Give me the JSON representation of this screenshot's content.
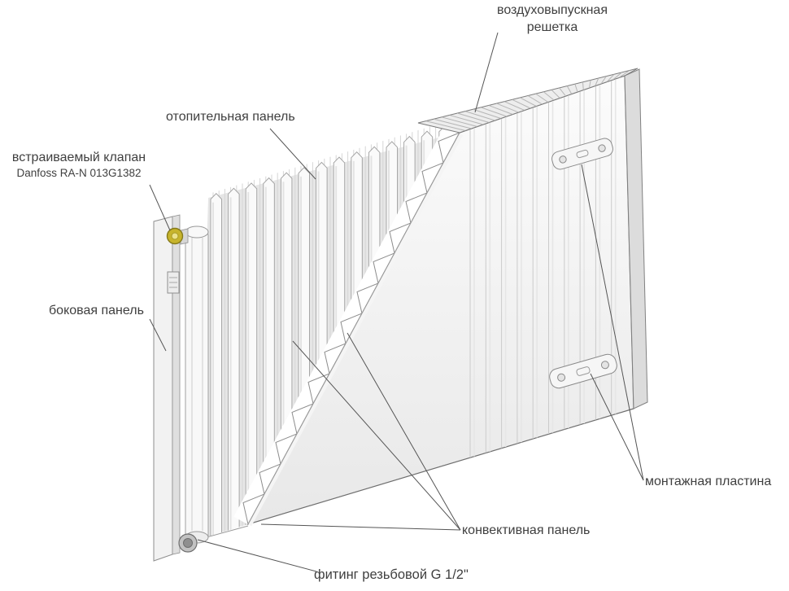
{
  "diagram": {
    "subject": "panel radiator cutaway illustration",
    "labels": {
      "air_vent_grille": {
        "lines": [
          "воздуховыпускная",
          "решетка"
        ]
      },
      "heating_panel": {
        "text": "отопительная панель"
      },
      "built_in_valve": {
        "text": "встраиваемый клапан",
        "model": "Danfoss RA-N 013G1382"
      },
      "side_panel": {
        "text": "боковая панель"
      },
      "mounting_plate": {
        "text": "монтажная пластина"
      },
      "convective_panel": {
        "text": "конвективная панель"
      },
      "threaded_fitting": {
        "text": "фитинг резьбовой G 1/2\""
      }
    },
    "colors": {
      "background": "#ffffff",
      "label_text": "#3f3f3f",
      "leader_line": "#555555",
      "outline": "#6e6e6e",
      "panel_light": "#fcfcfc",
      "panel_shade": "#e8e8e8",
      "valve_brass": "#c7b42c"
    }
  }
}
